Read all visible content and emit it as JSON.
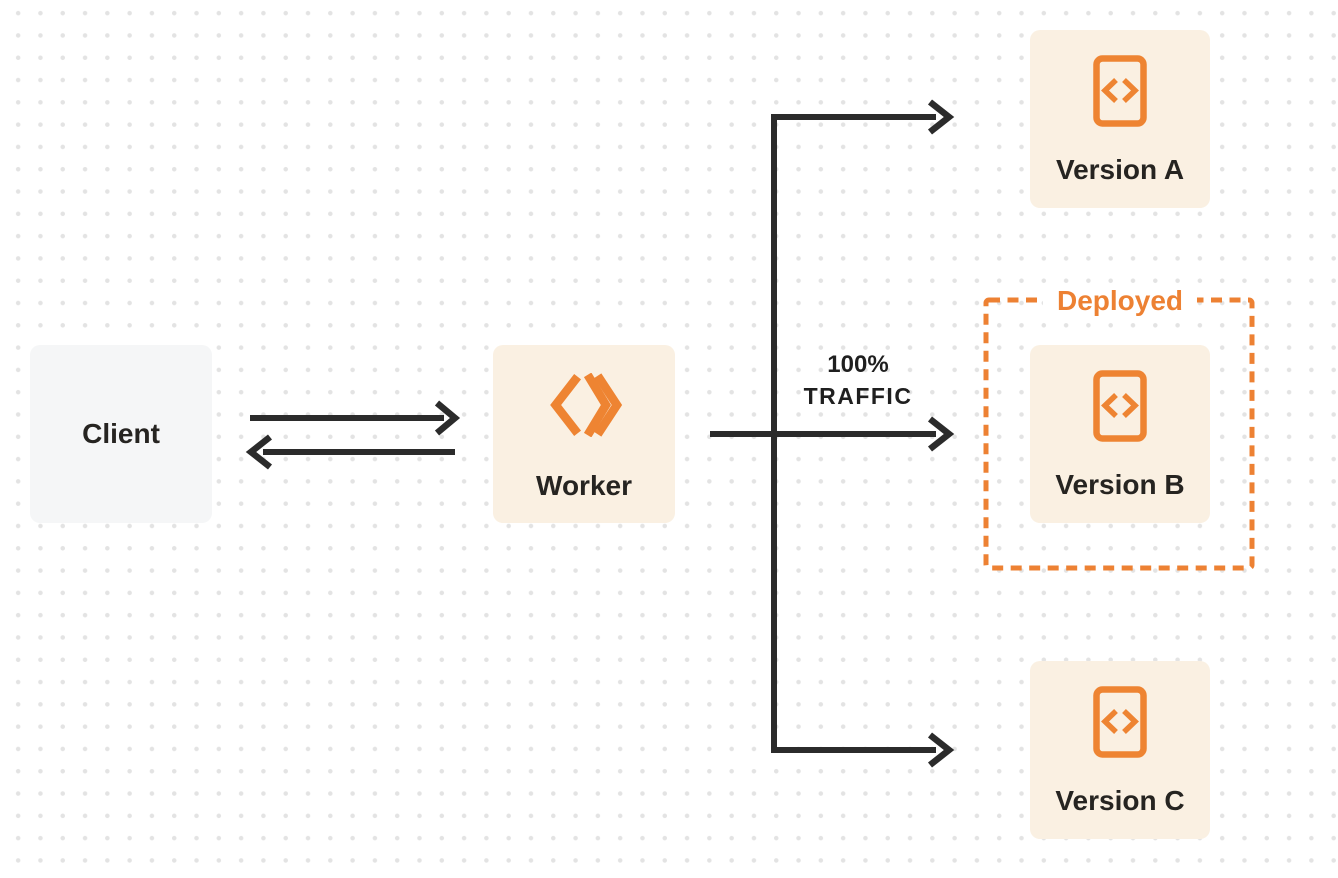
{
  "nodes": {
    "client": {
      "label": "Client"
    },
    "worker": {
      "label": "Worker"
    }
  },
  "versions": [
    {
      "label": "Version A"
    },
    {
      "label": "Version B"
    },
    {
      "label": "Version C"
    }
  ],
  "annotations": {
    "traffic": {
      "line1": "100%",
      "line2": "TRAFFIC"
    },
    "deployed": {
      "label": "Deployed"
    }
  },
  "icons": {
    "worker": "cloudflare-workers-logo-icon",
    "version": "code-file-icon"
  },
  "colors": {
    "accent_orange": "#ED8133",
    "node_cream": "#FAF0E2",
    "node_gray": "#F5F6F7",
    "line_dark": "#2B2B2B",
    "dot_grid": "#E3E3E3",
    "text_dark": "#262421"
  }
}
